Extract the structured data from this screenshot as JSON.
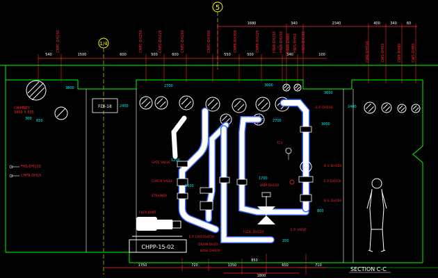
{
  "colors": {
    "background": "#000000",
    "frame": "#00ff00",
    "dimension": "#ff2a2a",
    "pipe": "#ffffff",
    "pipe_outline": "#3a6cff",
    "label": "#00ffff",
    "text": "#ffffff",
    "grid_bubble": "#ffff00",
    "equipment": "#ffffff"
  },
  "grid_markers": {
    "top_bubble": "5",
    "left_bubble": "1/4"
  },
  "top_dims_row1": [
    "1680",
    "340",
    "2340",
    "400",
    "340",
    "60"
  ],
  "top_dims_row2": [
    "540",
    "1500",
    "600",
    "500",
    "600",
    "550",
    "500",
    "340",
    "100"
  ],
  "pipe_tags_top": [
    "CHPC-DH150",
    "CHPC-DH250",
    "CHPC-DH225",
    "CHPC-DH200",
    "CHPC-DH300",
    "CHPR-DH300",
    "CHPR-DH225",
    "HWR-DH250",
    "HWR-DH150",
    "HWR-DH80",
    "HWS-DH50",
    "HWS-DH100",
    "CWR-DH100",
    "CWS-DH50",
    "CWR-DH80",
    "CWS-DH80"
  ],
  "left_equipment": {
    "chimney_label": "CHIMNEY",
    "chimney_size": "3400 X 535",
    "fire_label": "FDI-18"
  },
  "left_tags": [
    "FHS-DH100",
    "CHPR-DH15"
  ],
  "elevations": [
    "3800",
    "3600",
    "2400",
    "2700",
    "3000",
    "2700",
    "3000",
    "2400",
    "1700",
    "1500",
    "1200",
    "650",
    "200",
    "300",
    "800"
  ],
  "valve_labels": [
    "GATE VALVE",
    "CHECK VALVE",
    "STRAINER",
    "FLEX JOINT",
    "WBP-DH150",
    "E.P. VALVE",
    "B.V. DH150",
    "E.P. DH150",
    "B.V. DH100",
    "E.P. DH100",
    "FLEX. DH150",
    "TCV"
  ],
  "pump": {
    "name": "CHPP-15-02",
    "suction_label": "E.P. DH150x150",
    "drain_label": "DRAIN DH50",
    "base_label": "BASE DH100"
  },
  "bottom_dims": [
    "1750",
    "720",
    "1350",
    "850",
    "710",
    "1800",
    "650"
  ],
  "section_title": "SECTION C-C"
}
